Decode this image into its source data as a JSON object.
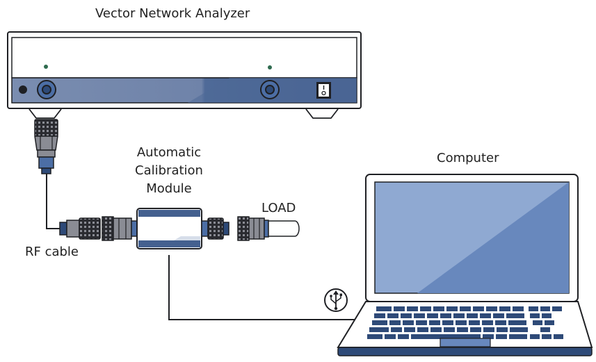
{
  "labels": {
    "vna_title": "Vector Network Analyzer",
    "acm_line1": "Automatic",
    "acm_line2": "Calibration",
    "acm_line3": "Module",
    "computer": "Computer",
    "load": "LOAD",
    "rf_cable": "RF cable"
  },
  "icons": {
    "usb": "usb-icon"
  },
  "colors": {
    "outline": "#1f2024",
    "navy": "#2e4a78",
    "port_blue": "#4c6ea5",
    "panel_blue": "#6d82a8",
    "panel_blue_dark": "#44608f",
    "screen_blue": "#8fa9d2",
    "screen_dark": "#6888bd",
    "led_green": "#2f6b4f"
  }
}
